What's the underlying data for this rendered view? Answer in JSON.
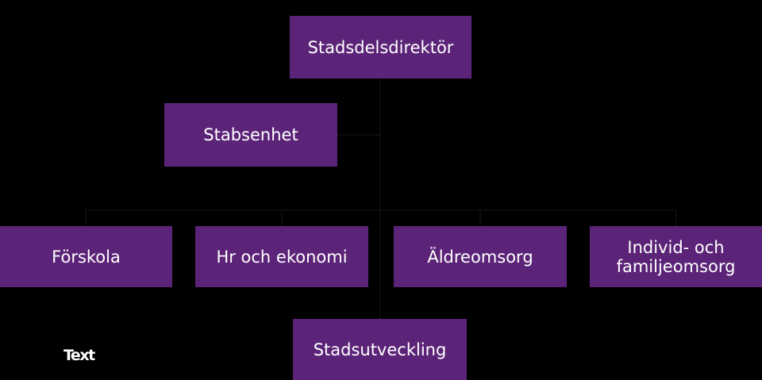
{
  "diagram": {
    "director": "Stadsdelsdirektör",
    "staff_unit": "Stabsenhet",
    "departments": [
      {
        "label": "Förskola"
      },
      {
        "label": "Hr och ekonomi"
      },
      {
        "label": "Äldreomsorg"
      },
      {
        "label": "Individ- och familjeomsorg"
      }
    ],
    "development": "Stadsutveckling",
    "placeholder_text": "Text"
  },
  "colors": {
    "box_fill": "#5c2478",
    "box_text": "#ffffff",
    "background": "#000000"
  }
}
